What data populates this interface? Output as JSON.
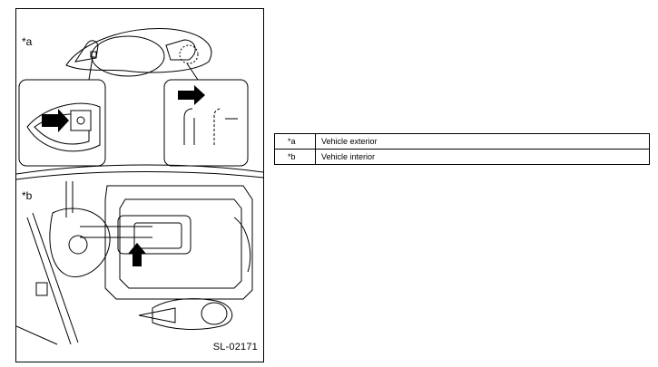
{
  "figure": {
    "label_a": "*a",
    "label_b": "*b",
    "id": "SL-02171"
  },
  "legend": [
    {
      "key": "*a",
      "text": "Vehicle exterior"
    },
    {
      "key": "*b",
      "text": "Vehicle interior"
    }
  ]
}
